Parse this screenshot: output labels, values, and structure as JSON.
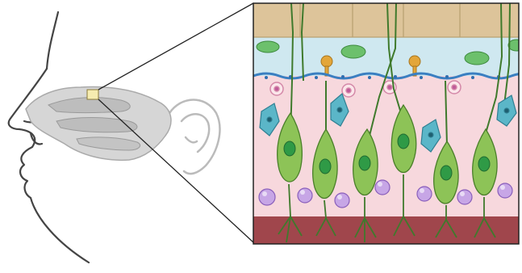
{
  "figure": {
    "panels": [
      "head-profile",
      "olfactory-epithelium-inset"
    ],
    "colors": {
      "mucus_layer": "#ddc49a",
      "mucus_lower": "#cfe8f0",
      "epithelium": "#f7d8dd",
      "basal_lamina": "#a0464c",
      "neuron": "#8dc357",
      "neuron_nucleus": "#2f9a46",
      "supporting_cell": "#5bb6c8",
      "basal_cell": "#b08ad6",
      "gland": "#6cc06c",
      "gland_duct": "#e3a63a",
      "nasal_cavity": "#cccccc",
      "inset_marker": "#f6ecb0"
    },
    "icons": [
      "head-outline",
      "ear-outline",
      "nasal-cavity",
      "zoom-lines"
    ]
  }
}
